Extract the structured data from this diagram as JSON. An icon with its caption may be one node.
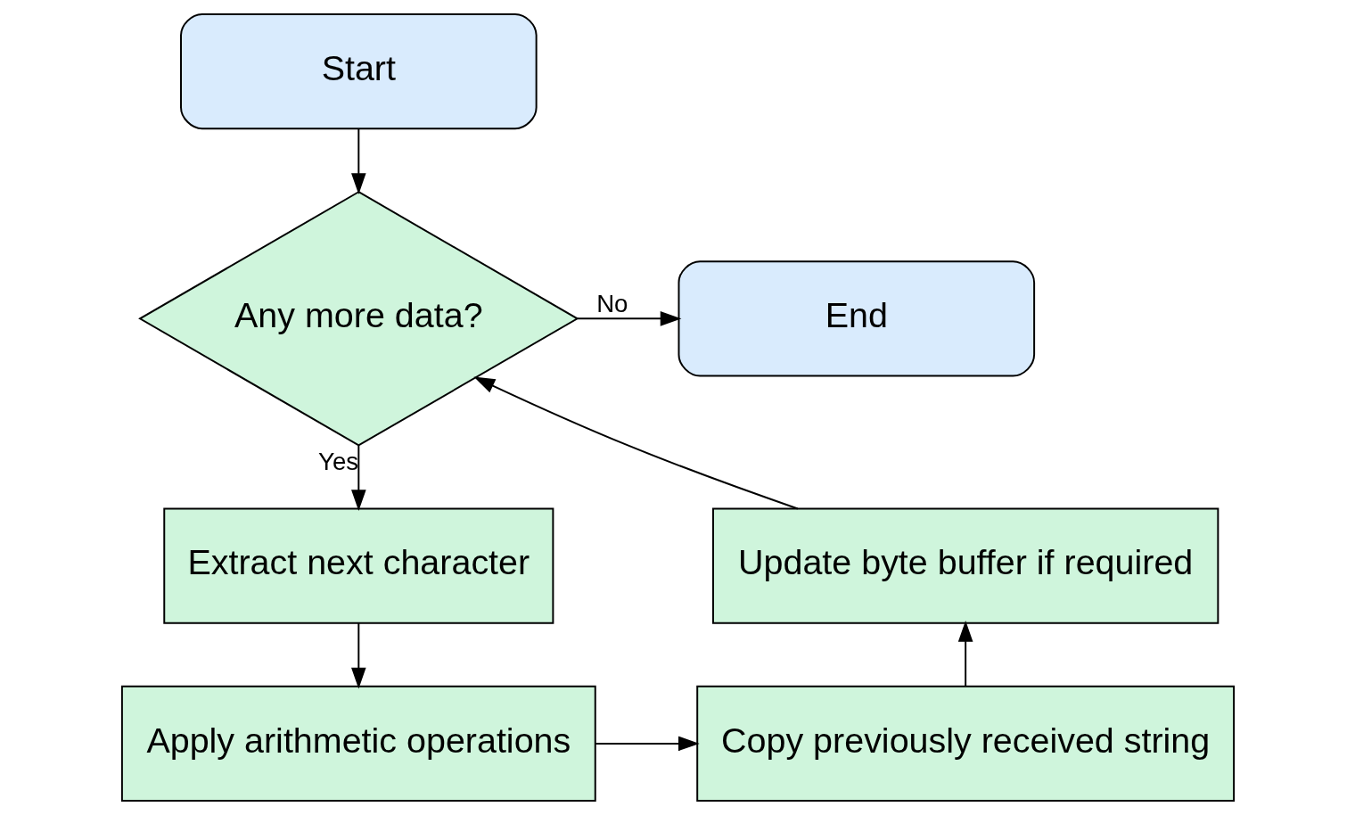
{
  "diagram": {
    "nodes": [
      {
        "text": [
          "Start"
        ]
      },
      {
        "text": [
          "Any more data?"
        ]
      },
      {
        "text": [
          "End"
        ]
      },
      {
        "text": [
          "Extract next character"
        ]
      },
      {
        "text": [
          "Apply arithmetic operations"
        ]
      },
      {
        "text": [
          "Copy previously received string"
        ]
      },
      {
        "text": [
          "Update byte buffer if required"
        ]
      }
    ],
    "edges": [
      {
        "from": 0,
        "to": 1,
        "arrow": "to"
      },
      {
        "from": 1,
        "to": 2,
        "label": "No",
        "arrow": "to"
      },
      {
        "from": 1,
        "to": 3,
        "label": "Yes",
        "arrow": "to"
      },
      {
        "from": 3,
        "to": 4,
        "arrow": "to"
      },
      {
        "from": 4,
        "to": 5,
        "arrow": "to"
      },
      {
        "from": 5,
        "to": 6,
        "arrow": "to"
      },
      {
        "from": 6,
        "to": 1,
        "arrow": "to"
      }
    ]
  }
}
